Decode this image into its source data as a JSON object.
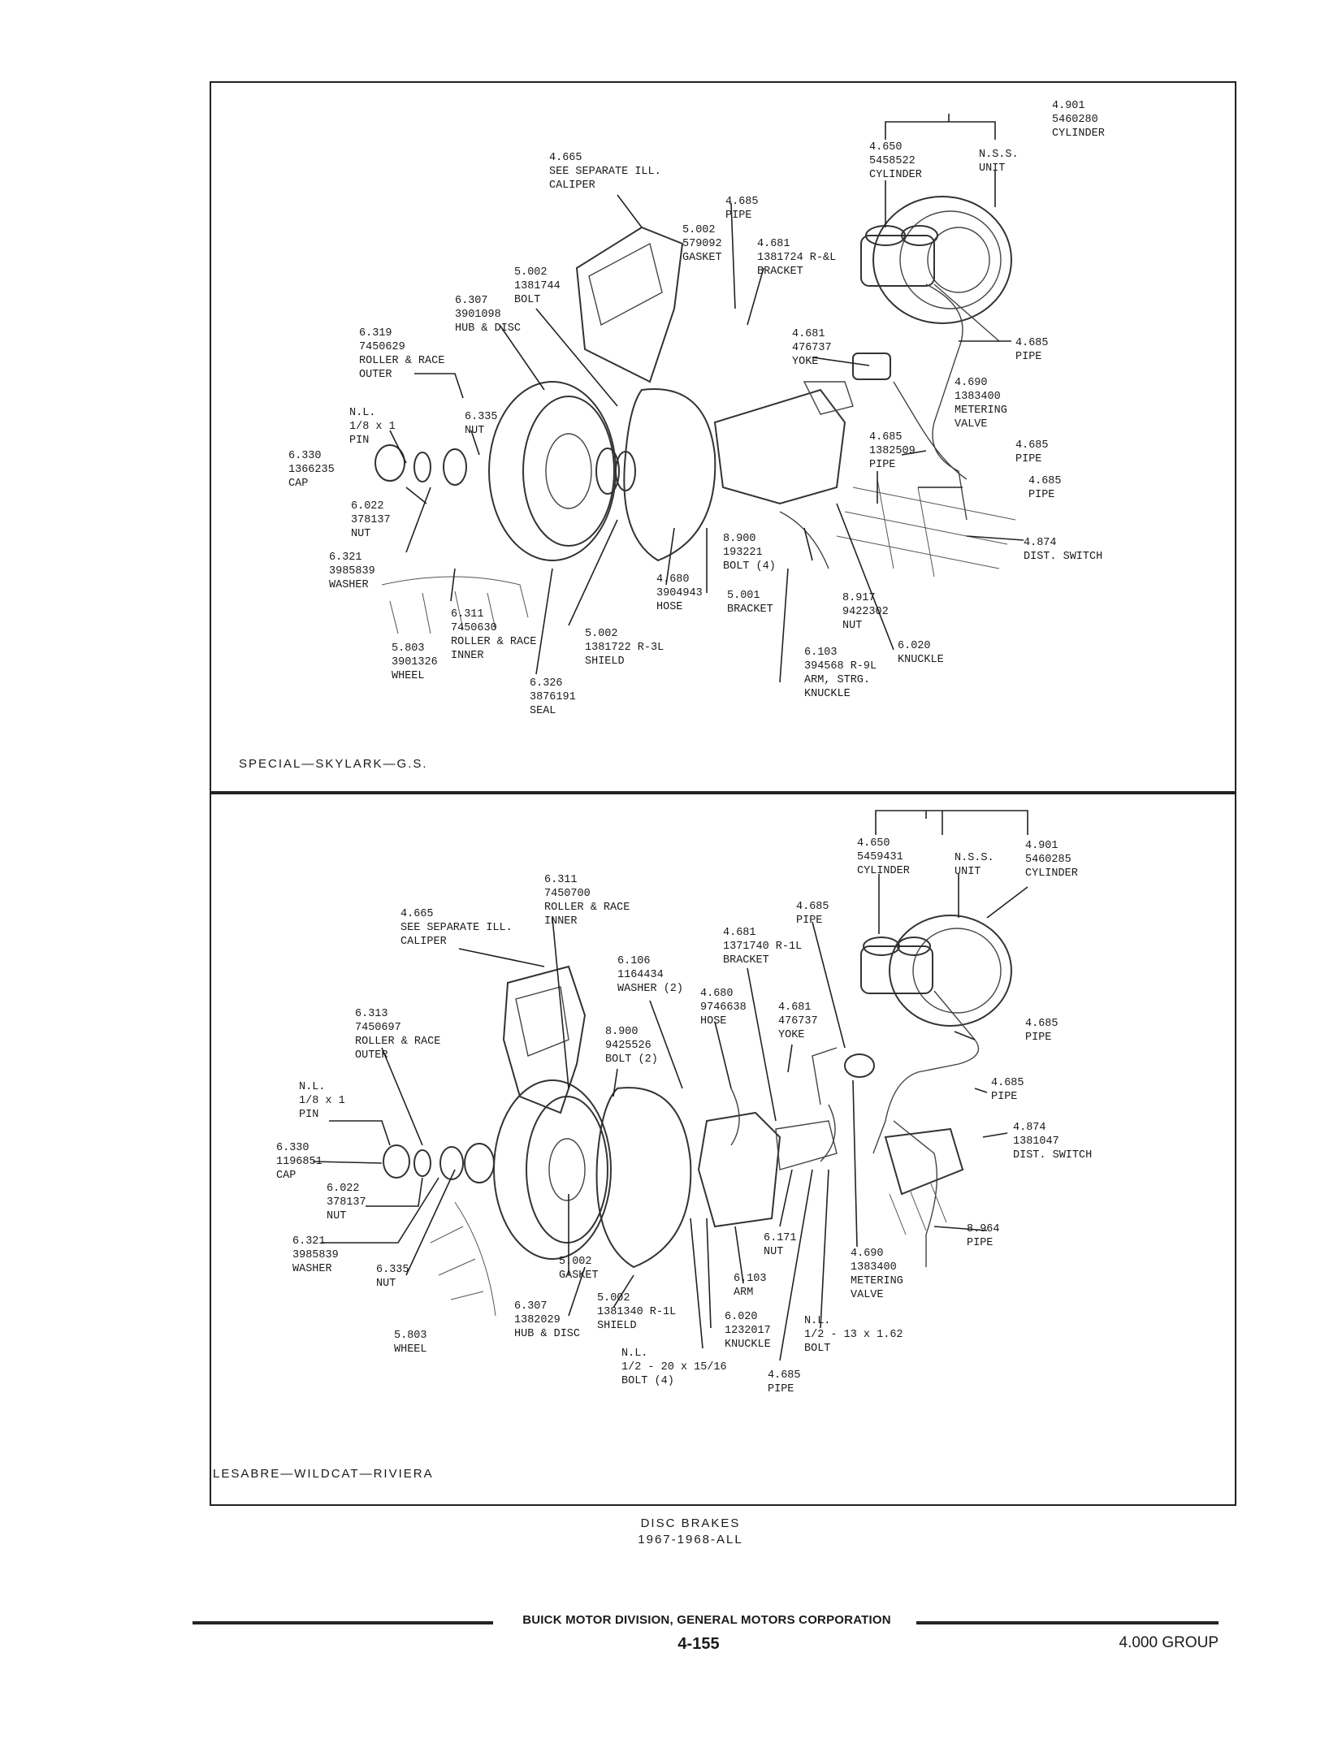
{
  "top_panel": {
    "caption": "SPECIAL—SKYLARK—G.S.",
    "labels": [
      {
        "lines": [
          "4.901",
          "5460280",
          "CYLINDER"
        ]
      },
      {
        "lines": [
          "4.650",
          "5458522",
          "CYLINDER"
        ]
      },
      {
        "lines": [
          "N.S.S.",
          "UNIT"
        ]
      },
      {
        "lines": [
          "4.665",
          "SEE SEPARATE ILL.",
          "CALIPER"
        ]
      },
      {
        "lines": [
          "4.685",
          "PIPE"
        ]
      },
      {
        "lines": [
          "5.002",
          "579092",
          "GASKET"
        ]
      },
      {
        "lines": [
          "4.681",
          "1381724 R-&L",
          "BRACKET"
        ]
      },
      {
        "lines": [
          "5.002",
          "1381744",
          "BOLT"
        ]
      },
      {
        "lines": [
          "6.307",
          "3901098",
          "HUB & DISC"
        ]
      },
      {
        "lines": [
          "6.319",
          "7450629",
          "ROLLER & RACE",
          "OUTER"
        ]
      },
      {
        "lines": [
          "4.681",
          "476737",
          "YOKE"
        ]
      },
      {
        "lines": [
          "4.685",
          "PIPE"
        ]
      },
      {
        "lines": [
          "4.690",
          "1383400",
          "METERING",
          "VALVE"
        ]
      },
      {
        "lines": [
          "N.L.",
          "1/8 x 1",
          "PIN"
        ]
      },
      {
        "lines": [
          "6.335",
          "NUT"
        ]
      },
      {
        "lines": [
          "4.685",
          "1382509",
          "PIPE"
        ]
      },
      {
        "lines": [
          "4.685",
          "PIPE"
        ]
      },
      {
        "lines": [
          "4.685",
          "PIPE"
        ]
      },
      {
        "lines": [
          "6.330",
          "1366235",
          "CAP"
        ]
      },
      {
        "lines": [
          "6.022",
          "378137",
          "NUT"
        ]
      },
      {
        "lines": [
          "8.900",
          "193221",
          "BOLT (4)"
        ]
      },
      {
        "lines": [
          "4.874",
          "DIST. SWITCH"
        ]
      },
      {
        "lines": [
          "6.321",
          "3985839",
          "WASHER"
        ]
      },
      {
        "lines": [
          "4.680",
          "3904943",
          "HOSE"
        ]
      },
      {
        "lines": [
          "5.001",
          "BRACKET"
        ]
      },
      {
        "lines": [
          "8.917",
          "9422302",
          "NUT"
        ]
      },
      {
        "lines": [
          "6.311",
          "7450630",
          "ROLLER & RACE",
          "INNER"
        ]
      },
      {
        "lines": [
          "5.002",
          "1381722 R-3L",
          "SHIELD"
        ]
      },
      {
        "lines": [
          "6.020",
          "KNUCKLE"
        ]
      },
      {
        "lines": [
          "5.803",
          "3901326",
          "WHEEL"
        ]
      },
      {
        "lines": [
          "6.103",
          "394568 R-9L",
          "ARM, STRG.",
          "KNUCKLE"
        ]
      },
      {
        "lines": [
          "6.326",
          "3876191",
          "SEAL"
        ]
      }
    ]
  },
  "bottom_panel": {
    "caption": "LESABRE—WILDCAT—RIVIERA",
    "labels": [
      {
        "lines": [
          "4.650",
          "5459431",
          "CYLINDER"
        ]
      },
      {
        "lines": [
          "N.S.S.",
          "UNIT"
        ]
      },
      {
        "lines": [
          "4.901",
          "5460285",
          "CYLINDER"
        ]
      },
      {
        "lines": [
          "6.311",
          "7450700",
          "ROLLER & RACE",
          "INNER"
        ]
      },
      {
        "lines": [
          "4.665",
          "SEE SEPARATE ILL.",
          "CALIPER"
        ]
      },
      {
        "lines": [
          "4.685",
          "PIPE"
        ]
      },
      {
        "lines": [
          "4.681",
          "1371740 R-1L",
          "BRACKET"
        ]
      },
      {
        "lines": [
          "6.106",
          "1164434",
          "WASHER (2)"
        ]
      },
      {
        "lines": [
          "4.680",
          "9746638",
          "HOSE"
        ]
      },
      {
        "lines": [
          "4.681",
          "476737",
          "YOKE"
        ]
      },
      {
        "lines": [
          "6.313",
          "7450697",
          "ROLLER & RACE",
          "OUTER"
        ]
      },
      {
        "lines": [
          "8.900",
          "9425526",
          "BOLT (2)"
        ]
      },
      {
        "lines": [
          "4.685",
          "PIPE"
        ]
      },
      {
        "lines": [
          "4.685",
          "PIPE"
        ]
      },
      {
        "lines": [
          "N.L.",
          "1/8 x 1",
          "PIN"
        ]
      },
      {
        "lines": [
          "4.874",
          "1381047",
          "DIST. SWITCH"
        ]
      },
      {
        "lines": [
          "6.330",
          "1196851",
          "CAP"
        ]
      },
      {
        "lines": [
          "6.022",
          "378137",
          "NUT"
        ]
      },
      {
        "lines": [
          "8.964",
          "PIPE"
        ]
      },
      {
        "lines": [
          "6.321",
          "3985839",
          "WASHER"
        ]
      },
      {
        "lines": [
          "6.171",
          "NUT"
        ]
      },
      {
        "lines": [
          "4.690",
          "1383400",
          "METERING",
          "VALVE"
        ]
      },
      {
        "lines": [
          "6.335",
          "NUT"
        ]
      },
      {
        "lines": [
          "5.002",
          "GASKET"
        ]
      },
      {
        "lines": [
          "6.103",
          "ARM"
        ]
      },
      {
        "lines": [
          "6.307",
          "1382029",
          "HUB & DISC"
        ]
      },
      {
        "lines": [
          "5.002",
          "1381340 R-1L",
          "SHIELD"
        ]
      },
      {
        "lines": [
          "6.020",
          "1232017",
          "KNUCKLE"
        ]
      },
      {
        "lines": [
          "N.L.",
          "1/2 - 13 x 1.62",
          "BOLT"
        ]
      },
      {
        "lines": [
          "5.803",
          "WHEEL"
        ]
      },
      {
        "lines": [
          "N.L.",
          "1/2 - 20 x 15/16",
          "BOLT (4)"
        ]
      },
      {
        "lines": [
          "4.685",
          "PIPE"
        ]
      }
    ]
  },
  "page_title": {
    "line1": "DISC BRAKES",
    "line2": "1967-1968-ALL"
  },
  "footer": {
    "division": "BUICK MOTOR DIVISION, GENERAL MOTORS CORPORATION",
    "page": "4-155",
    "group": "4.000 GROUP"
  }
}
